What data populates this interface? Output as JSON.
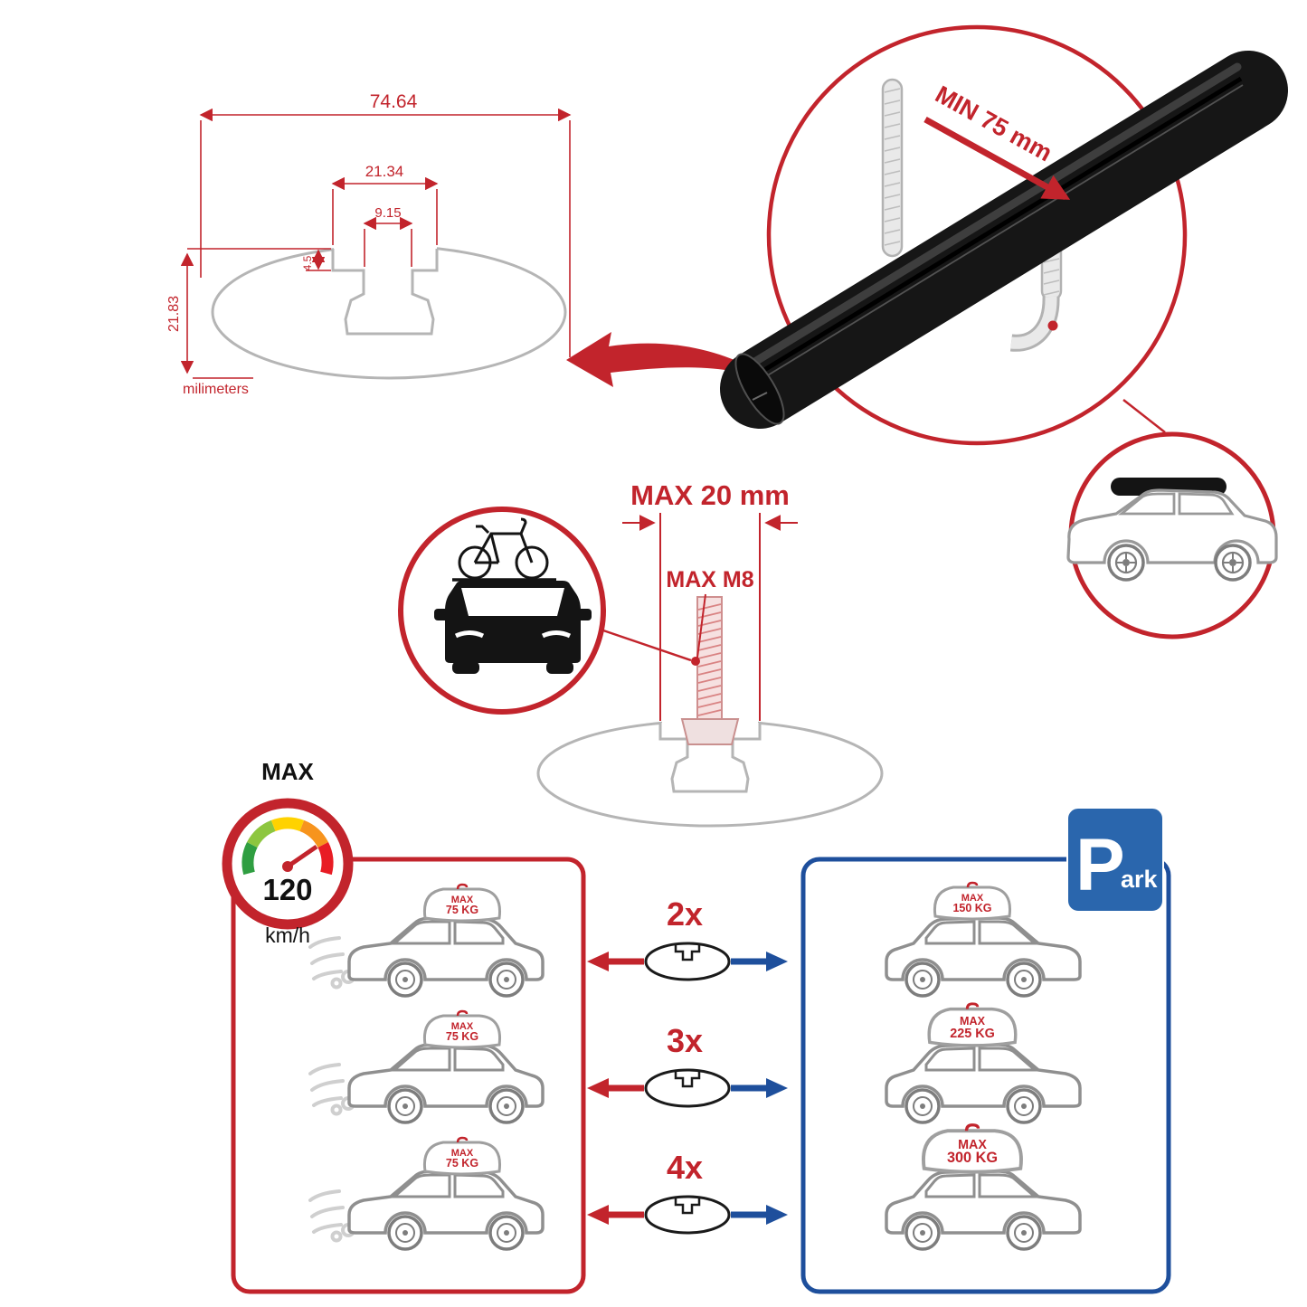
{
  "colors": {
    "red": "#c2242c",
    "panel_blue": "#1e4f9c",
    "sign_blue": "#2a66ad",
    "line_gray": "#b5b5b5",
    "bar_black": "#161616"
  },
  "profile_dims": {
    "total_width": "74.64",
    "channel_width": "21.34",
    "slot_width": "9.15",
    "step_depth": "4.5",
    "height": "21.83",
    "units": "milimeters"
  },
  "clamp_note": "MIN 75 mm",
  "bolt": {
    "width_note": "MAX 20 mm",
    "thread_note": "MAX M8"
  },
  "speed": {
    "label": "MAX",
    "value": "120",
    "unit": "km/h"
  },
  "park": {
    "initial": "P",
    "rest": "ark"
  },
  "rows": [
    {
      "multiplier": "2x",
      "left": {
        "max": "MAX",
        "load": "75 KG"
      },
      "right": {
        "max": "MAX",
        "load": "150 KG"
      }
    },
    {
      "multiplier": "3x",
      "left": {
        "max": "MAX",
        "load": "75 KG"
      },
      "right": {
        "max": "MAX",
        "load": "225 KG"
      }
    },
    {
      "multiplier": "4x",
      "left": {
        "max": "MAX",
        "load": "75 KG"
      },
      "right": {
        "max": "MAX",
        "load": "300 KG"
      }
    }
  ]
}
